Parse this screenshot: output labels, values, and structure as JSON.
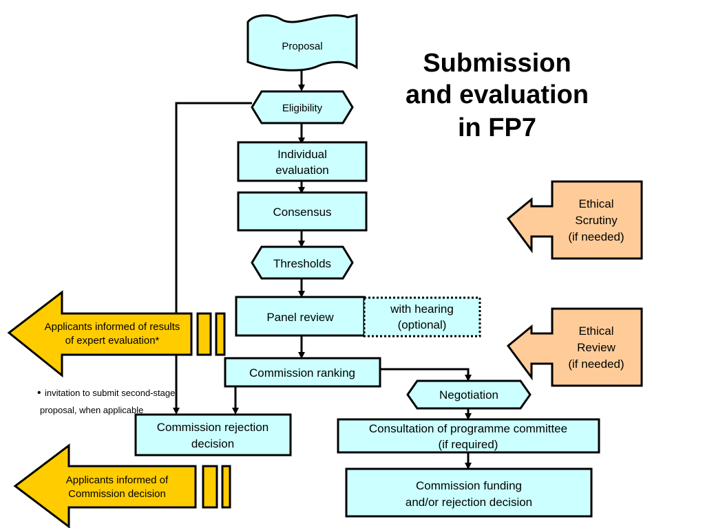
{
  "title": [
    "Submission",
    "and evaluation",
    "in FP7"
  ],
  "nodes": {
    "proposal": "Proposal",
    "eligibility": "Eligibility",
    "individual_evaluation": [
      "Individual",
      "evaluation"
    ],
    "consensus": "Consensus",
    "thresholds": "Thresholds",
    "panel_review": "Panel review",
    "with_hearing": [
      "with hearing",
      "(optional)"
    ],
    "commission_ranking": "Commission ranking",
    "negotiation": "Negotiation",
    "commission_rejection": [
      "Commission rejection",
      "decision"
    ],
    "consultation": [
      "Consultation of programme committee",
      "(if required)"
    ],
    "commission_funding": [
      "Commission funding",
      "and/or rejection decision"
    ]
  },
  "side_arrows": {
    "ethical_scrutiny": [
      "Ethical",
      "Scrutiny",
      "(if needed)"
    ],
    "ethical_review": [
      "Ethical",
      "Review",
      "(if needed)"
    ],
    "applicants_expert": [
      "Applicants informed of results",
      "of expert evaluation*"
    ],
    "applicants_commission": [
      "Applicants informed of",
      "Commission decision"
    ]
  },
  "footnote": {
    "bullet": "•",
    "line1": "invitation to submit second-stage",
    "line2": "proposal, when applicable"
  },
  "colors": {
    "box_fill": "#ccffff",
    "ethical_fill": "#ffcc99",
    "applicant_fill": "#ffcc00"
  }
}
